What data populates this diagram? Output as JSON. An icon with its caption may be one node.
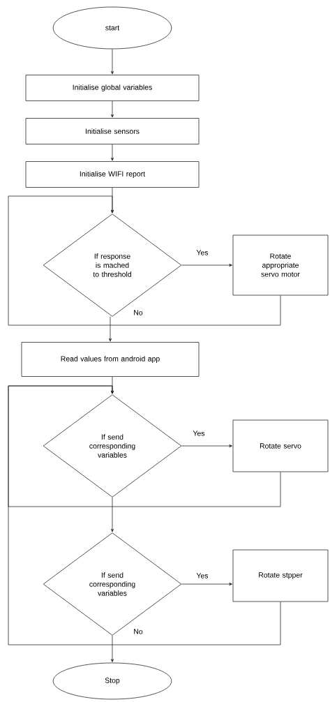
{
  "diagram": {
    "nodes": [
      {
        "text": [
          "start"
        ]
      },
      {
        "text": [
          "Initialise global variables"
        ]
      },
      {
        "text": [
          "Initialise sensors"
        ]
      },
      {
        "text": [
          "Initialise WIFI report"
        ]
      },
      {
        "text": [
          "If response is mached to threshold"
        ]
      },
      {
        "text": [
          "Rotate appropriate servo motor"
        ]
      },
      {
        "text": [
          "Read values from android app"
        ]
      },
      {
        "text": [
          "If send corresponding variables"
        ]
      },
      {
        "text": [
          "Rotate servo"
        ]
      },
      {
        "text": [
          "If send corresponding variables"
        ]
      },
      {
        "text": [
          "Rotate stpper"
        ]
      },
      {
        "text": [
          "Stop"
        ]
      }
    ],
    "edges": [
      {
        "from": 0,
        "to": 1,
        "arrow": "to"
      },
      {
        "from": 1,
        "to": 2,
        "arrow": "to"
      },
      {
        "from": 2,
        "to": 3,
        "arrow": "to"
      },
      {
        "from": 3,
        "to": 4,
        "arrow": "to"
      },
      {
        "from": 4,
        "to": 5,
        "arrow": "to",
        "label": "Yes"
      },
      {
        "from": 5,
        "to": 4,
        "arrow": "to"
      },
      {
        "from": 4,
        "to": 6,
        "arrow": "to",
        "label": "No"
      },
      {
        "from": 6,
        "to": 7,
        "arrow": "to"
      },
      {
        "from": 7,
        "to": 8,
        "arrow": "to",
        "label": "Yes"
      },
      {
        "from": 8,
        "to": 7,
        "arrow": "to"
      },
      {
        "from": 7,
        "to": 9,
        "arrow": "to"
      },
      {
        "from": 9,
        "to": 10,
        "arrow": "to",
        "label": "Yes"
      },
      {
        "from": 10,
        "to": 7,
        "arrow": "to"
      },
      {
        "from": 9,
        "to": 11,
        "arrow": "to",
        "label": "No"
      }
    ]
  }
}
